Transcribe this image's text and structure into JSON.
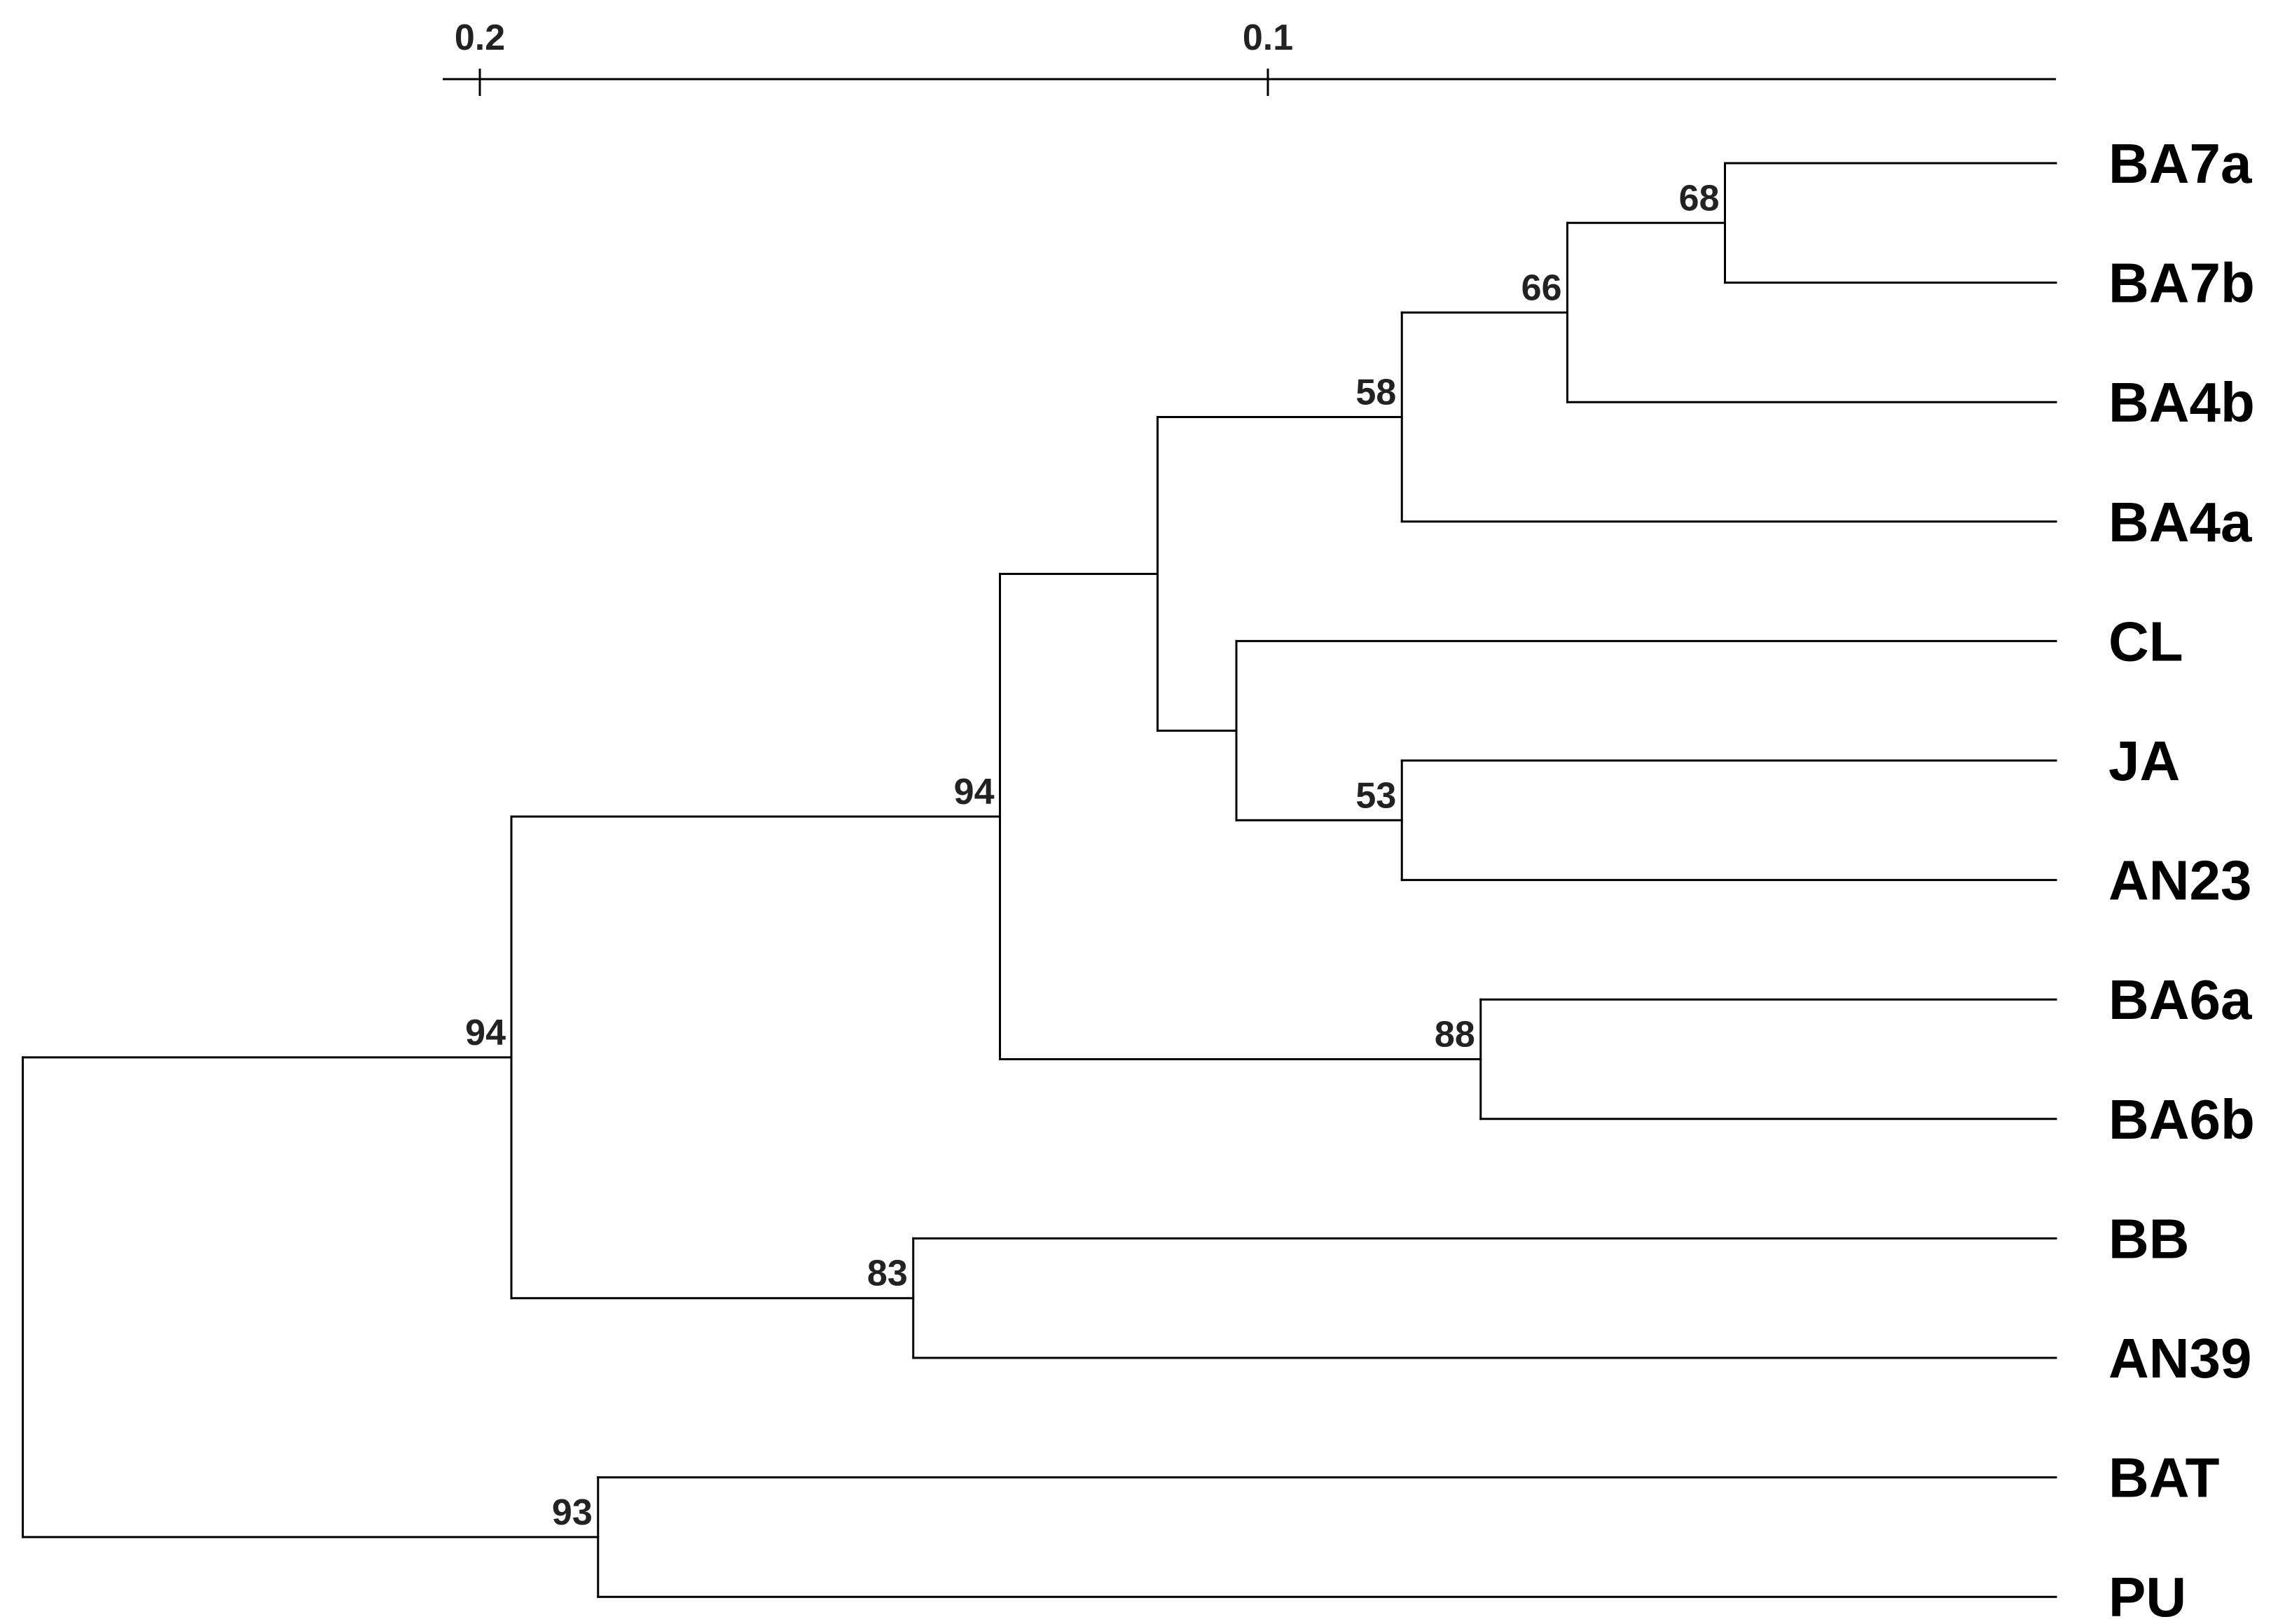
{
  "scale": {
    "ticks": [
      {
        "value": 0.2,
        "label": "0.2"
      },
      {
        "value": 0.1,
        "label": "0.1"
      }
    ]
  },
  "leaves": [
    "BA7a",
    "BA7b",
    "BA4b",
    "BA4a",
    "CL",
    "JA",
    "AN23",
    "BA6a",
    "BA6b",
    "BB",
    "AN39",
    "BAT",
    "PU"
  ],
  "clusters": [
    {
      "id": "n68a",
      "children": [
        "BA7a",
        "BA7b"
      ],
      "distance": 0.042,
      "support": "68"
    },
    {
      "id": "n66",
      "children": [
        "n68a",
        "BA4b"
      ],
      "distance": 0.062,
      "support": "66"
    },
    {
      "id": "n58",
      "children": [
        "n66",
        "BA4a"
      ],
      "distance": 0.083,
      "support": "58"
    },
    {
      "id": "n53",
      "children": [
        "JA",
        "AN23"
      ],
      "distance": 0.083,
      "support": "53"
    },
    {
      "id": "nCL",
      "children": [
        "CL",
        "n53"
      ],
      "distance": 0.104,
      "support": ""
    },
    {
      "id": "nInner",
      "children": [
        "n58",
        "nCL"
      ],
      "distance": 0.114,
      "support": ""
    },
    {
      "id": "n88",
      "children": [
        "BA6a",
        "BA6b"
      ],
      "distance": 0.073,
      "support": "88"
    },
    {
      "id": "n94a",
      "children": [
        "nInner",
        "n88"
      ],
      "distance": 0.134,
      "support": "94"
    },
    {
      "id": "n83",
      "children": [
        "BB",
        "AN39"
      ],
      "distance": 0.145,
      "support": "83"
    },
    {
      "id": "n94b",
      "children": [
        "n94a",
        "n83"
      ],
      "distance": 0.196,
      "support": "94"
    },
    {
      "id": "n93",
      "children": [
        "BAT",
        "PU"
      ],
      "distance": 0.185,
      "support": "93"
    },
    {
      "id": "root",
      "children": [
        "n94b",
        "n93"
      ],
      "distance": 0.258,
      "support": ""
    }
  ]
}
